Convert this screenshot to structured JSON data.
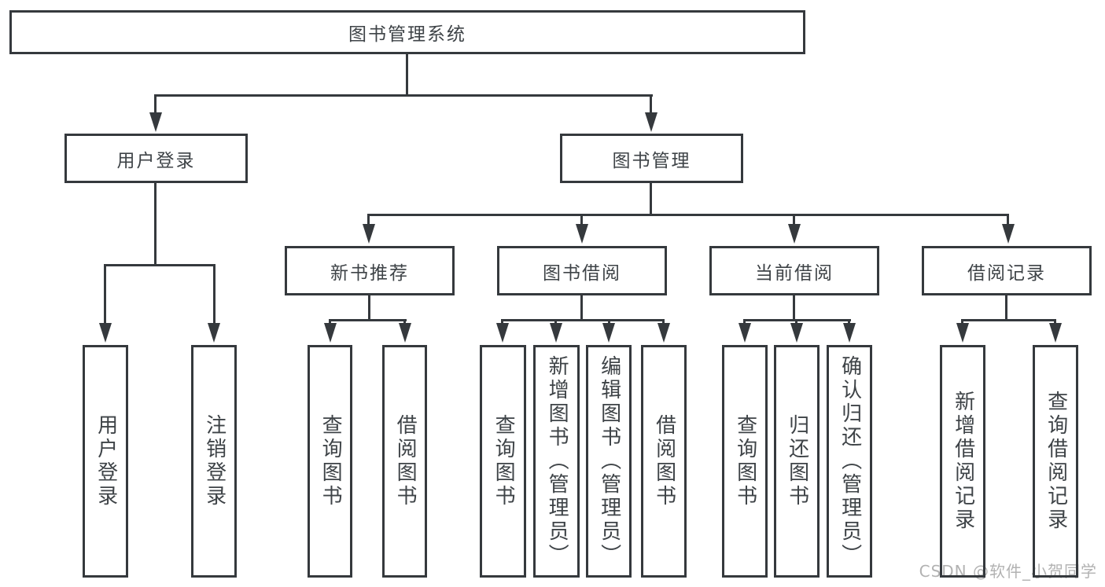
{
  "diagram": {
    "type": "hierarchy-tree",
    "root": {
      "label": "图书管理系统"
    },
    "branches": [
      {
        "label": "用户登录",
        "children": [
          {
            "label": "用户登录"
          },
          {
            "label": "注销登录"
          }
        ]
      },
      {
        "label": "图书管理",
        "children": [
          {
            "label": "新书推荐",
            "children": [
              {
                "label": "查询图书"
              },
              {
                "label": "借阅图书"
              }
            ]
          },
          {
            "label": "图书借阅",
            "children": [
              {
                "label": "查询图书"
              },
              {
                "label": "新增图书（管理员）"
              },
              {
                "label": "编辑图书（管理员）"
              },
              {
                "label": "借阅图书"
              }
            ]
          },
          {
            "label": "当前借阅",
            "children": [
              {
                "label": "查询图书"
              },
              {
                "label": "归还图书"
              },
              {
                "label": "确认归还（管理员）"
              }
            ]
          },
          {
            "label": "借阅记录",
            "children": [
              {
                "label": "新增借阅记录"
              },
              {
                "label": "查询借阅记录"
              }
            ]
          }
        ]
      }
    ]
  },
  "watermark": "CSDN @软件_小贺同学",
  "colors": {
    "line": "#35393d",
    "text": "#3e4347",
    "watermark": "#b2b2b2",
    "background": "#ffffff"
  }
}
